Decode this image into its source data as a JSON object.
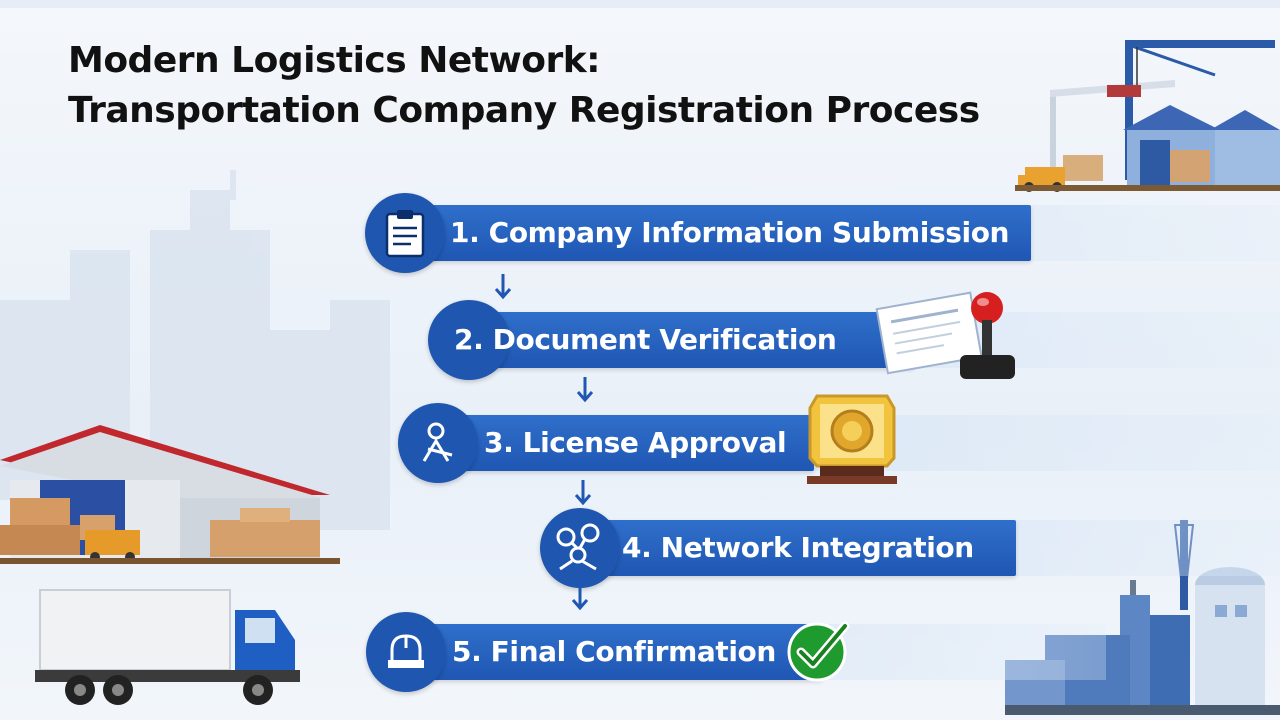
{
  "title": {
    "line1": "Modern Logistics Network:",
    "line2": "Transportation Company Registration Process"
  },
  "steps": [
    {
      "label": "1. Company Information Submission",
      "icon": "clipboard-icon"
    },
    {
      "label": "2. Document Verification",
      "icon": "none"
    },
    {
      "label": "3. License Approval",
      "icon": "person-icon"
    },
    {
      "label": "4. Network Integration",
      "icon": "network-people-icon"
    },
    {
      "label": "5. Final Confirmation",
      "icon": "helmet-icon"
    }
  ],
  "colors": {
    "step_blue": "#1f57b3",
    "check_green": "#1f9a2e",
    "stamp_red": "#d62020"
  }
}
